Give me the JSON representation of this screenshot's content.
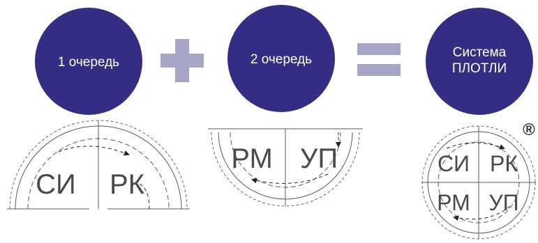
{
  "colors": {
    "circle_fill": "#332e83",
    "circle_text": "#ffffff",
    "operator_fill": "#a7a5c6",
    "line": "#5a5a5a",
    "dashed": "#666666",
    "label": "#4a4a4a",
    "trademark": "#333333"
  },
  "stage1": {
    "title": "1 очередь",
    "left_label": "СИ",
    "right_label": "РК"
  },
  "operator_plus": {
    "symbol": "plus"
  },
  "stage2": {
    "title": "2 очередь",
    "left_label": "РМ",
    "right_label": "УП"
  },
  "operator_equals": {
    "symbol": "equals"
  },
  "system": {
    "title_line1": "Система",
    "title_line2": "ПЛОТЛИ",
    "trademark": "®",
    "top_left_label": "СИ",
    "top_right_label": "РК",
    "bottom_left_label": "РМ",
    "bottom_right_label": "УП"
  }
}
